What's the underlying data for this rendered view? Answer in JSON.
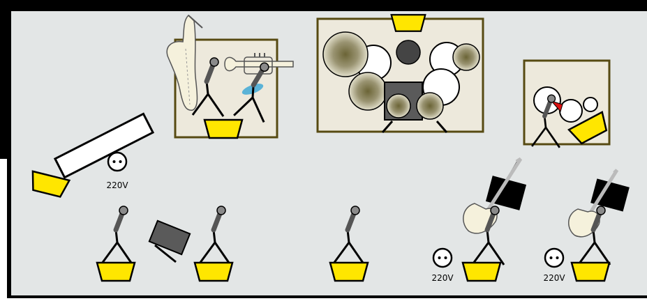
{
  "outlets": [
    {
      "label": "220V"
    },
    {
      "label": "220V"
    },
    {
      "label": "220V"
    }
  ],
  "colors": {
    "stage_floor": "#e3e6e6",
    "border": "#000000",
    "riser_fill": "#ede9dc",
    "riser_stroke": "#574a12",
    "monitor": "#ffe600",
    "amp": "#5a5a5a",
    "cymbal_inner": "#8a8462",
    "cymbal_outer": "#d8d5bf",
    "pad_blue": "#3fa9d6",
    "keyboard": "#ffffff",
    "ivory": "#f5f1dc"
  },
  "icons": [
    "saxophone-icon",
    "trumpet-icon",
    "mic-stand-icon",
    "floor-monitor-icon",
    "amp-icon",
    "power-outlet-icon",
    "electric-guitar-icon",
    "bass-guitar-icon",
    "drum-kit-icon",
    "keyboard-icon"
  ]
}
